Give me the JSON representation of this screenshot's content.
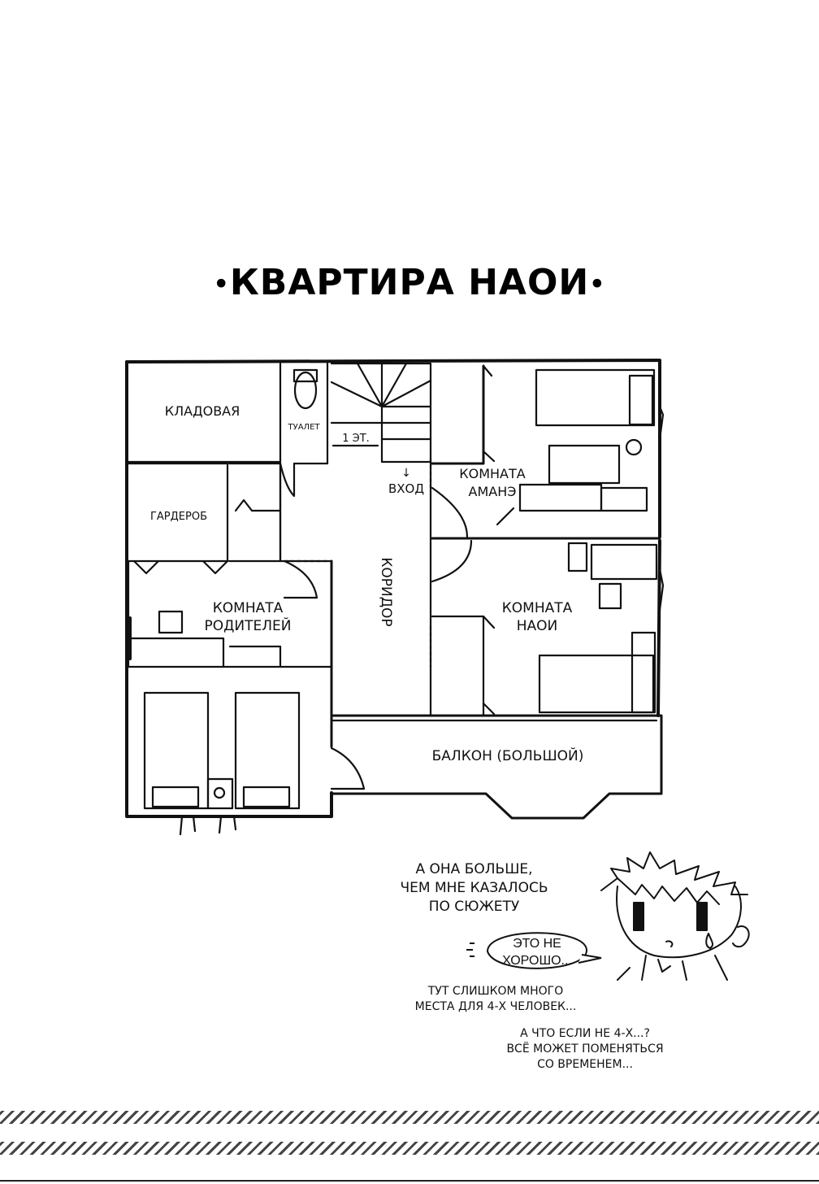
{
  "page": {
    "title": "КВАРТИРА НАОИ",
    "title_bullet": "•"
  },
  "floorplan": {
    "rooms": {
      "storage": "КЛАДОВАЯ",
      "toilet": "ТУАЛЕТ",
      "stairs_floor": "1 ЭТ.",
      "entrance": "ВХОД",
      "amane_room_line1": "КОМНАТА",
      "amane_room_line2": "АМАНЭ",
      "wardrobe": "ГАРДЕРОБ",
      "corridor": "КОРИДОР",
      "parents_room_line1": "КОМНАТА",
      "parents_room_line2": "РОДИТЕЛЕЙ",
      "naoi_room_line1": "КОМНАТА",
      "naoi_room_line2": "НАОИ",
      "balcony": "БАЛКОН (БОЛЬШОЙ)"
    },
    "arrow_glyph": "↓"
  },
  "notes": {
    "note1": [
      "А ОНА БОЛЬШЕ,",
      "ЧЕМ МНЕ КАЗАЛОСЬ",
      "ПО СЮЖЕТУ"
    ],
    "bubble": [
      "ЭТО НЕ",
      "ХОРОШО..."
    ],
    "note2": [
      "ТУТ СЛИШКОМ МНОГО",
      "МЕСТА ДЛЯ 4-Х ЧЕЛОВЕК..."
    ],
    "note3": [
      "А ЧТО ЕСЛИ НЕ 4-Х...?",
      "ВСЁ МОЖЕТ ПОМЕНЯТЬСЯ",
      "СО ВРЕМЕНЕМ..."
    ]
  },
  "icons": {
    "chibi": "chibi-character-icon",
    "speech_bubble": "speech-bubble-icon"
  },
  "colors": {
    "ink": "#111111",
    "paper": "#ffffff"
  }
}
